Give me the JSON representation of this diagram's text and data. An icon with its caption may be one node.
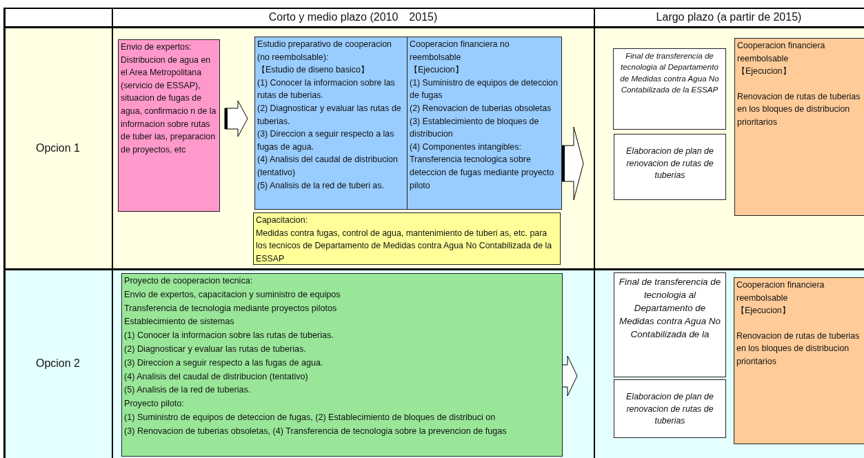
{
  "diagram": {
    "nodes": [
      {
        "text": [
          "Envio de expertos: Distribucion de agua en el Area Metropolitana (servicio de ESSAP), situacion de fugas de agua, confirmacio n de la informacion sobre rutas de tuber ias, preparacion de proyectos, etc"
        ]
      },
      {
        "text": [
          "Estudio preparativo de cooperacion (no reembolsable):",
          "【Estudio de diseno basico】",
          "(1) Conocer la informacion sobre las rutas de tuberias.",
          "(2) Diagnosticar y evaluar las rutas de tuberias.",
          "(3) Direccion a seguir respecto a las fugas de agua.",
          "(4) Analisis del caudal de distribucion (tentativo)",
          "(5) Analisis de la red de tuberi as."
        ]
      },
      {
        "text": [
          "Cooperacion financiera no reembolsable",
          "【Ejecucion】",
          "(1) Suministro de equipos de deteccion de fugas",
          "(2) Renovacion de tuberias obsoletas",
          "(3) Establecimiento de bloques de distribucion",
          "(4) Componentes intangibles: Transferencia tecnologica sobre deteccion de fugas mediante proyecto piloto"
        ]
      },
      {
        "text": [
          "Capacitacion:",
          "Medidas contra fugas, control de agua, mantenimiento de tuberi as, etc. para los tecnicos de Departamento de Medidas contra Agua No Contabilizada de la ESSAP"
        ]
      },
      {
        "text": [
          "Final de transferencia de tecnologia al Departamento de Medidas contra Agua No Contabilizada de la ESSAP"
        ]
      },
      {
        "text": [
          "Elaboracion de plan de renovacion de rutas de tuberias"
        ]
      },
      {
        "text": [
          "Cooperacion financiera reembolsable",
          "【Ejecucion】",
          "Renovacion de rutas de tuberias en los bloques de distribucion prioritarios"
        ]
      },
      {
        "text": [
          "Proyecto de cooperacion tecnica:",
          "Envio de expertos, capacitacion y suministro de equipos",
          "Transferencia de tecnologia mediante proyectos pilotos",
          "Establecimiento de sistemas",
          "(1) Conocer la informacion sobre las rutas de tuberias.",
          "(2) Diagnosticar y evaluar las rutas de tuberias.",
          "(3) Direccion a seguir respecto a las fugas de agua.",
          "(4) Analisis del caudal de distribucion (tentativo)",
          "(5) Analisis de la red de tuberias.",
          "Proyecto piloto:",
          "(1) Suministro de equipos de deteccion de fugas, (2) Establecimiento de bloques de distribuci on",
          "(3) Renovacion de tuberias obsoletas, (4) Transferencia de tecnologia sobre la prevencion de fugas"
        ]
      },
      {
        "text": [
          "Final de transferencia de tecnologia al Departamento de Medidas contra Agua No Contabilizada de la"
        ]
      },
      {
        "text": [
          "Elaboracion de plan de renovacion de rutas de tuberias"
        ]
      },
      {
        "text": [
          "Cooperacion financiera reembolsable",
          "【Ejecucion】",
          "Renovacion de rutas de tuberias en los bloques de distribucion prioritarios"
        ]
      }
    ],
    "edges": [
      {
        "from": 0,
        "to": 1,
        "arrow": "to"
      },
      {
        "from": 2,
        "to": null,
        "arrow": "to"
      },
      {
        "from": 7,
        "to": null,
        "arrow": "to"
      }
    ],
    "labels": [
      "Corto y medio plazo (2010　2015)",
      "Largo plazo (a partir de 2015)",
      "Opcion 1",
      "Opcion 2"
    ]
  }
}
